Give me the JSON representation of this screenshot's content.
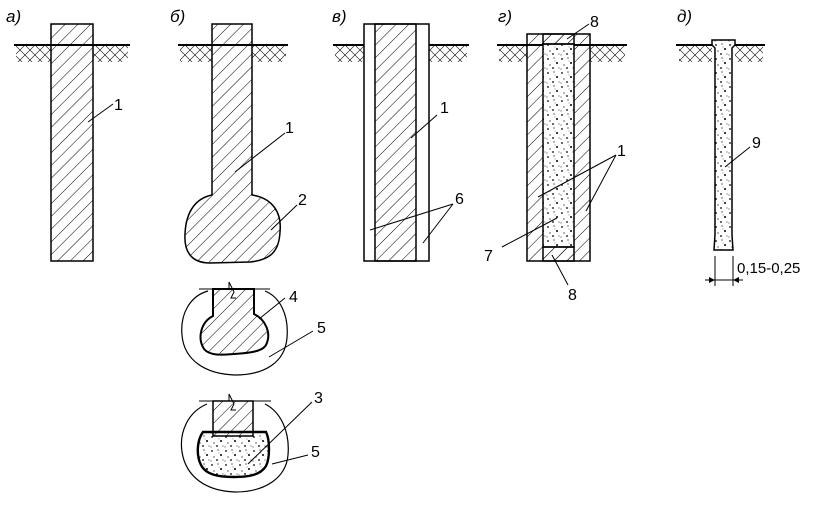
{
  "figure": {
    "panels": [
      {
        "key": "a",
        "letter": "а)"
      },
      {
        "key": "b",
        "letter": "б)"
      },
      {
        "key": "v",
        "letter": "в)"
      },
      {
        "key": "g",
        "letter": "г)"
      },
      {
        "key": "d",
        "letter": "д)"
      }
    ],
    "callouts": {
      "a_1": "1",
      "b_1": "1",
      "b_2": "2",
      "b_4": "4",
      "b_5_upper": "5",
      "b_3": "3",
      "b_5_lower": "5",
      "v_1": "1",
      "v_6": "6",
      "g_8_top": "8",
      "g_1": "1",
      "g_7": "7",
      "g_8_bottom": "8",
      "d_9": "9"
    },
    "dimension": "0,15-0,25",
    "colors": {
      "line": "#000000",
      "background": "#ffffff"
    }
  }
}
